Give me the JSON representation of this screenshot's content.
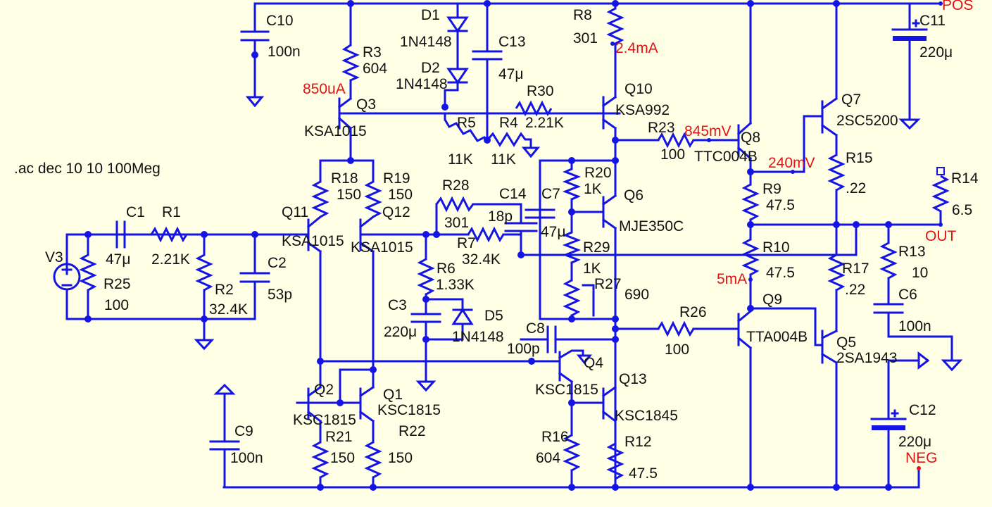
{
  "simulation_directive": ".ac dec 10 10 100Meg",
  "colors": {
    "wire": "#1414E6",
    "text": "#111111",
    "annotation": "#E01414",
    "background": "#FFFFE6"
  },
  "components": {
    "C10": {
      "name": "C10",
      "value": "100n"
    },
    "C11": {
      "name": "C11",
      "value": "220μ"
    },
    "D1": {
      "name": "D1",
      "value": "1N4148"
    },
    "D2": {
      "name": "D2",
      "value": "1N4148"
    },
    "C13": {
      "name": "C13",
      "value": "47μ"
    },
    "R8": {
      "name": "R8",
      "value": "301"
    },
    "R3": {
      "name": "R3",
      "value": "604"
    },
    "Q3": {
      "name": "Q3",
      "value": "KSA1015"
    },
    "R30": {
      "name": "R30",
      "value": "2.21K"
    },
    "Q10": {
      "name": "Q10",
      "value": "KSA992"
    },
    "Q7": {
      "name": "Q7",
      "value": "2SC5200"
    },
    "R5": {
      "name": "R5",
      "value": "11K"
    },
    "R4": {
      "name": "R4",
      "value": "11K"
    },
    "R23": {
      "name": "R23",
      "value": "100"
    },
    "Q8": {
      "name": "Q8",
      "value": "TTC004B"
    },
    "R15": {
      "name": "R15",
      "value": ".22"
    },
    "R20": {
      "name": "R20",
      "value": "1K"
    },
    "Q6": {
      "name": "Q6",
      "value": "MJE350C"
    },
    "R18": {
      "name": "R18",
      "value": "150"
    },
    "R19": {
      "name": "R19",
      "value": "150"
    },
    "R28": {
      "name": "R28",
      "value": "301"
    },
    "C14": {
      "name": "C14",
      "value": "18p"
    },
    "C7": {
      "name": "C7",
      "value": "47μ"
    },
    "R9": {
      "name": "R9",
      "value": "47.5"
    },
    "R14": {
      "name": "R14",
      "value": "6.5"
    },
    "C1": {
      "name": "C1",
      "value": "47μ"
    },
    "R1": {
      "name": "R1",
      "value": "2.21K"
    },
    "Q11": {
      "name": "Q11",
      "value": "KSA1015"
    },
    "Q12": {
      "name": "Q12",
      "value": "KSA1015"
    },
    "R7": {
      "name": "R7",
      "value": "32.4K"
    },
    "R29": {
      "name": "R29",
      "value": "1K"
    },
    "R10": {
      "name": "R10",
      "value": "47.5"
    },
    "R13": {
      "name": "R13",
      "value": "10"
    },
    "V3": {
      "name": "V3",
      "value": ""
    },
    "C2": {
      "name": "C2",
      "value": "53p"
    },
    "R25": {
      "name": "R25",
      "value": "100"
    },
    "R2": {
      "name": "R2",
      "value": "32.4K"
    },
    "R6": {
      "name": "R6",
      "value": "1.33K"
    },
    "R27": {
      "name": "R27",
      "value": "690"
    },
    "R17": {
      "name": "R17",
      "value": ".22"
    },
    "C6": {
      "name": "C6",
      "value": "100n"
    },
    "C3": {
      "name": "C3",
      "value": "220μ"
    },
    "D5": {
      "name": "D5",
      "value": "1N4148"
    },
    "R26": {
      "name": "R26",
      "value": "100"
    },
    "Q9": {
      "name": "Q9",
      "value": "TTA004B"
    },
    "C8": {
      "name": "C8",
      "value": "100p"
    },
    "Q4": {
      "name": "Q4",
      "value": "KSC1815"
    },
    "Q5": {
      "name": "Q5",
      "value": "2SA1943"
    },
    "Q13": {
      "name": "Q13",
      "value": "KSC1845"
    },
    "Q2": {
      "name": "Q2",
      "value": "KSC1815"
    },
    "Q1": {
      "name": "Q1",
      "value": "KSC1815"
    },
    "C12": {
      "name": "C12",
      "value": "220μ"
    },
    "C9": {
      "name": "C9",
      "value": "100n"
    },
    "R21": {
      "name": "R21",
      "value": "150"
    },
    "R22": {
      "name": "R22",
      "value": "150"
    },
    "R16": {
      "name": "R16",
      "value": "604"
    },
    "R12": {
      "name": "R12",
      "value": "47.5"
    }
  },
  "nets": {
    "pos": "POS",
    "neg": "NEG",
    "out": "OUT"
  },
  "annotations": {
    "q3_current": "850uA",
    "r8_current": "2.4mA",
    "q8_base_voltage": "845mV",
    "q7_base_voltage": "240mV",
    "r10_current": "5mA"
  }
}
